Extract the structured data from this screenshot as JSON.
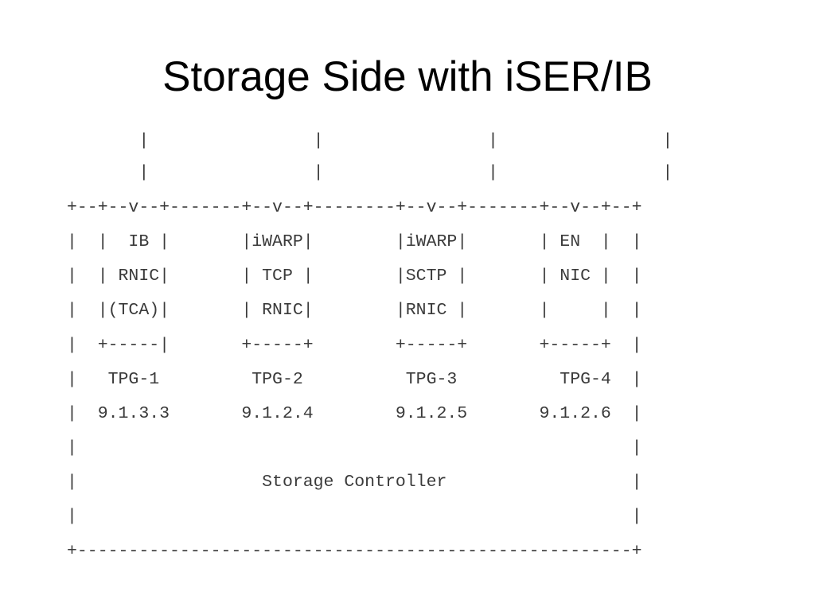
{
  "slide": {
    "title": "Storage Side with iSER/IB"
  },
  "diagram": {
    "lines": [
      "       |                |                |                |",
      "       |                |                |                |",
      "+--+--v--+-------+--v--+--------+--v--+-------+--v--+--+",
      "|  |  IB |       |iWARP|        |iWARP|       | EN  |  |",
      "|  | RNIC|       | TCP |        |SCTP |       | NIC |  |",
      "|  |(TCA)|       | RNIC|        |RNIC |       |     |  |",
      "|  +-----|       +-----+        +-----+       +-----+  |",
      "|   TPG-1         TPG-2          TPG-3          TPG-4  |",
      "|  9.1.3.3       9.1.2.4        9.1.2.5       9.1.2.6  |",
      "|                                                      |",
      "|                  Storage Controller                  |",
      "|                                                      |",
      "+------------------------------------------------------+"
    ]
  }
}
